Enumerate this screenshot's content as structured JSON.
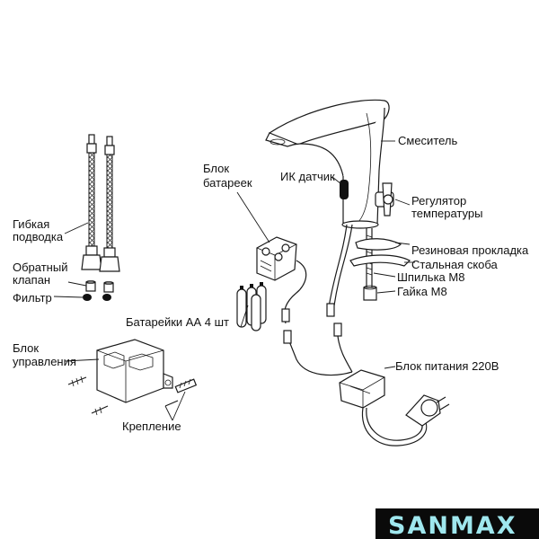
{
  "labels": {
    "mixer": "Смеситель",
    "ir_sensor": "ИК датчик",
    "regulator_1": "Регулятор",
    "regulator_2": "температуры",
    "rubber_gasket": "Резиновая прокладка",
    "steel_bracket": "Стальная скоба",
    "stud_m8": "Шпилька М8",
    "nut_m8": "Гайка М8",
    "power_supply": "Блок питания 220В",
    "battery_block_1": "Блок",
    "battery_block_2": "батареек",
    "aa_batteries": "Батарейки АА 4 шт",
    "flex_hose_1": "Гибкая",
    "flex_hose_2": "подводка",
    "check_valve_1": "Обратный",
    "check_valve_2": "клапан",
    "filter": "Фильтр",
    "control_box_1": "Блок",
    "control_box_2": "управления",
    "mounting": "Крепление"
  },
  "logo": {
    "text": "SANMAX"
  },
  "colors": {
    "line": "#1a1a1a",
    "background": "#ffffff",
    "logo_background": "#0a0a0a",
    "logo_text": "#9fe7ee"
  }
}
